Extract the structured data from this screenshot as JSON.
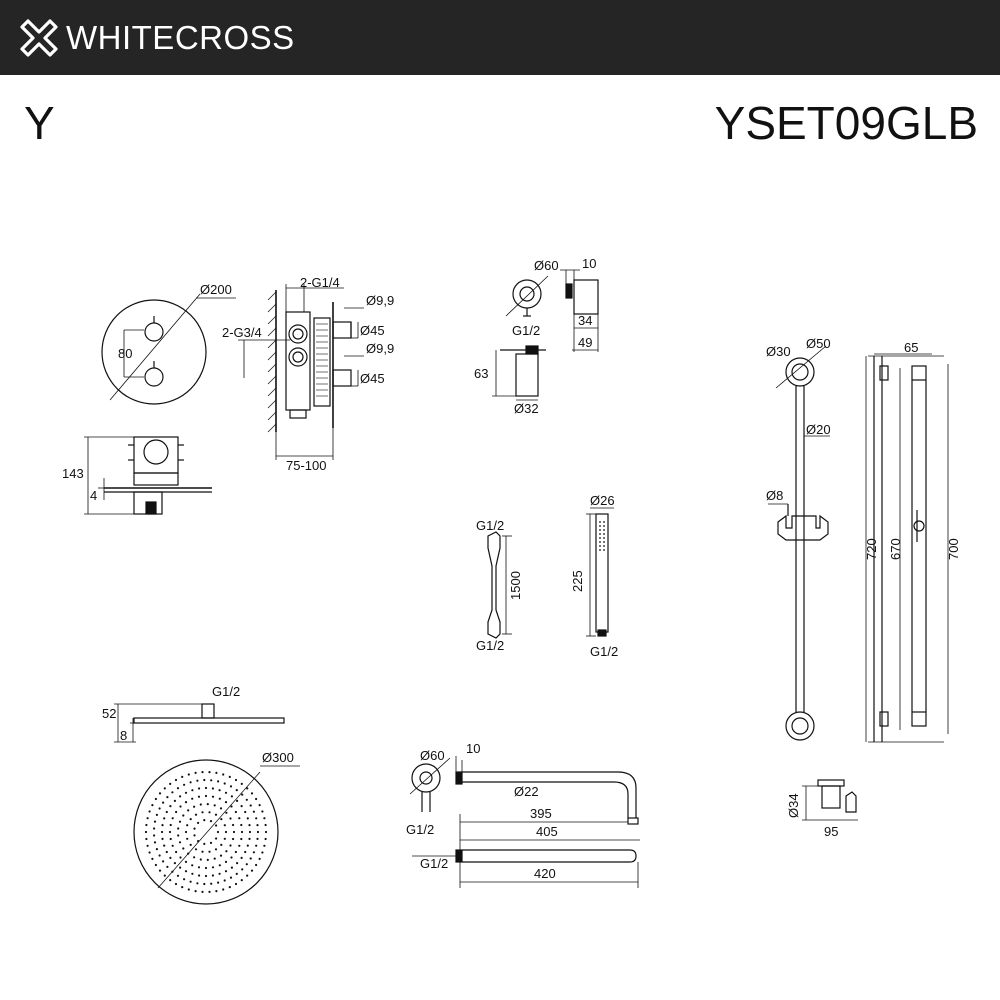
{
  "header": {
    "brand": "WHITECROSS",
    "logo_icon": "cross-logo-icon",
    "background": "#252525"
  },
  "series": "Y",
  "model": "YSET09GLB",
  "dims": {
    "mixer": {
      "plate_d": "Ø200",
      "spacing": "80",
      "inlet": "2-G1/4",
      "outlet": "2-G3/4",
      "d1": "Ø9,9",
      "d2": "Ø45",
      "d3": "Ø9,9",
      "d4": "Ø45",
      "depth": "75-100",
      "height": "143",
      "plate": "4"
    },
    "outlet": {
      "d": "Ø60",
      "thread": "G1/2",
      "w": "10",
      "h": "34",
      "dep": "49",
      "len": "63",
      "d2": "Ø32"
    },
    "hose": {
      "top": "G1/2",
      "len": "1500",
      "bot": "G1/2"
    },
    "handshower": {
      "d": "Ø26",
      "len": "225",
      "thread": "G1/2"
    },
    "bar": {
      "d1": "Ø30",
      "d2": "Ø50",
      "d3": "Ø20",
      "d4": "Ø8",
      "w": "65",
      "h1": "720",
      "h2": "670",
      "h3": "700",
      "hd": "Ø34",
      "hw": "95"
    },
    "head": {
      "thread": "G1/2",
      "h": "52",
      "t": "8",
      "d": "Ø300"
    },
    "arm": {
      "d": "Ø60",
      "w": "10",
      "d2": "Ø22",
      "thread": "G1/2",
      "l1": "395",
      "l2": "405",
      "thread2": "G1/2",
      "l3": "420"
    }
  }
}
